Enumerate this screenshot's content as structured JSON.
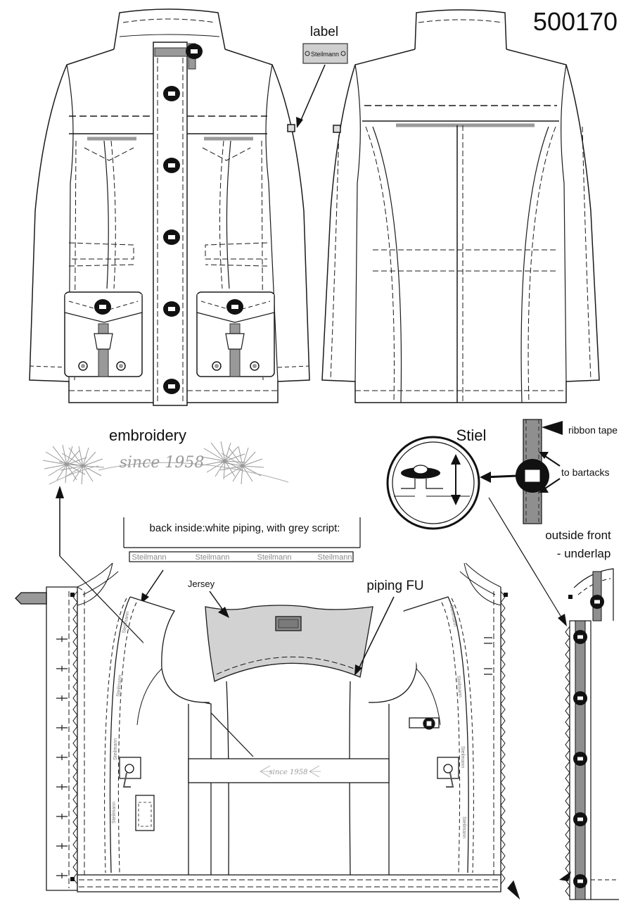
{
  "sheet": {
    "article_number": "500170",
    "label_title": "label",
    "label_brand": "Steilmann",
    "embroidery_title": "embroidery",
    "embroidery_text": "since 1958",
    "stiel_title": "Stiel",
    "ribbon_tape": "ribbon tape",
    "to_bartacks": "to bartacks",
    "outside_front_1": "outside front",
    "outside_front_2": "- underlap",
    "back_inside_note": "back inside:white piping, with grey script:",
    "piping_brand": "Steilmann",
    "jersey": "Jersey",
    "piping_fu": "piping FU",
    "lining_embroidery": "since 1958",
    "lining_piping_brand": "Steilmann"
  },
  "colors": {
    "line": "#1a1a1a",
    "grey_fill": "#d2d2d2",
    "dark_grey": "#8a8a8a",
    "button": "#111111",
    "embroidery": "#9a9a9a"
  }
}
